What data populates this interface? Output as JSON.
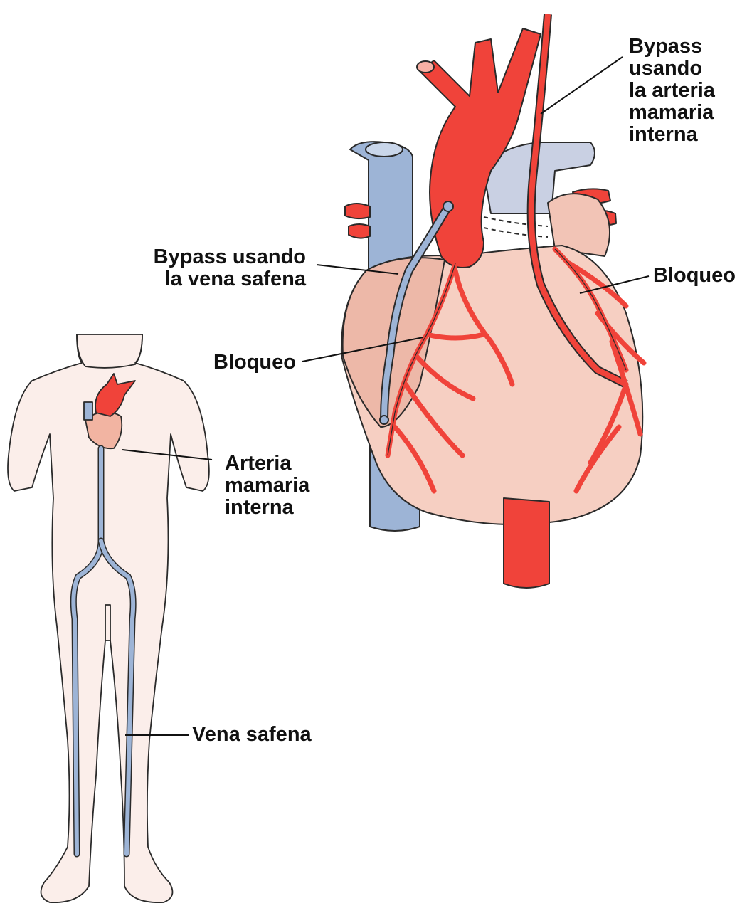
{
  "labels": {
    "bypass_mammary": [
      "Bypass",
      "usando",
      "la arteria",
      "mamaria",
      "interna"
    ],
    "bypass_saphenous": [
      "Bypass usando",
      "la vena safena"
    ],
    "blockage_right": "Bloqueo",
    "blockage_left": "Bloqueo",
    "internal_mammary_artery": [
      "Arteria",
      "mamaria",
      "interna"
    ],
    "saphenous_vein": "Vena safena"
  },
  "colors": {
    "artery_red": "#f0433a",
    "vein_blue": "#9db4d6",
    "heart_skin": "#f6cfc2",
    "body_skin": "#fbeeea",
    "outline": "#2a2a2a",
    "label_text": "#111111"
  }
}
